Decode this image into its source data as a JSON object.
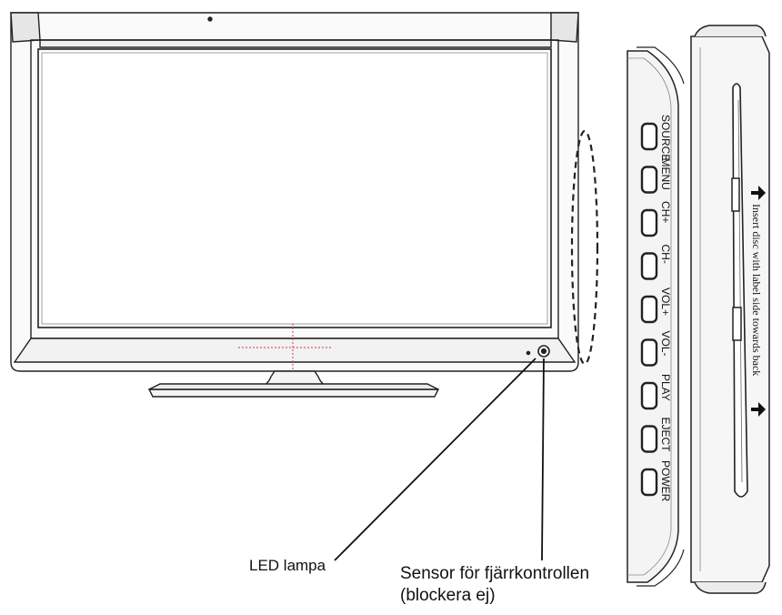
{
  "side_panel": {
    "buttons": [
      {
        "label": "SOURCE"
      },
      {
        "label": "MENU"
      },
      {
        "label": "CH+"
      },
      {
        "label": "CH-"
      },
      {
        "label": "VOL+"
      },
      {
        "label": "VOL-"
      },
      {
        "label": "PLAY"
      },
      {
        "label": "EJECT"
      },
      {
        "label": "POWER"
      }
    ]
  },
  "disc_slot": {
    "instruction": "Insert disc with label side towards back"
  },
  "callouts": {
    "led": "LED lampa",
    "sensor_line1": "Sensor för fjärrkontrollen",
    "sensor_line2": "(blockera ej)"
  },
  "colors": {
    "outline": "#222222",
    "panel_fill": "#f4f4f4",
    "center_mark": "#e05a5a"
  }
}
